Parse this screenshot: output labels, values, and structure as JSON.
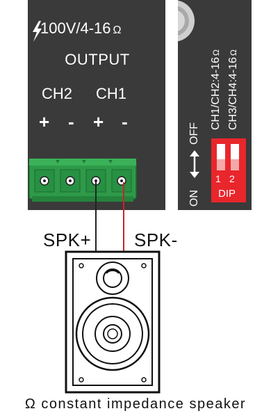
{
  "amp_panel": {
    "rating": "100V/4-16",
    "rating_unit": "Ω",
    "output_label": "OUTPUT",
    "channels": [
      "CH2",
      "CH1"
    ],
    "polarity": [
      "+",
      "-",
      "+",
      "-"
    ]
  },
  "dip_panel": {
    "ch12_label": "CH1/CH2:4-16",
    "ch34_label": "CH3/CH4:4-16",
    "unit": "Ω",
    "on_label": "ON",
    "off_label": "OFF",
    "dip_numbers": [
      "1",
      "2"
    ],
    "dip_label": "DIP",
    "dip_color": "#e8262c"
  },
  "wiring": {
    "spk_plus": "SPK+",
    "spk_minus": "SPK-",
    "plus_wire_color": "#222222",
    "minus_wire_color": "#d0202a"
  },
  "terminal_color": "#2e9a48",
  "caption": "Ω constant impedance speaker"
}
